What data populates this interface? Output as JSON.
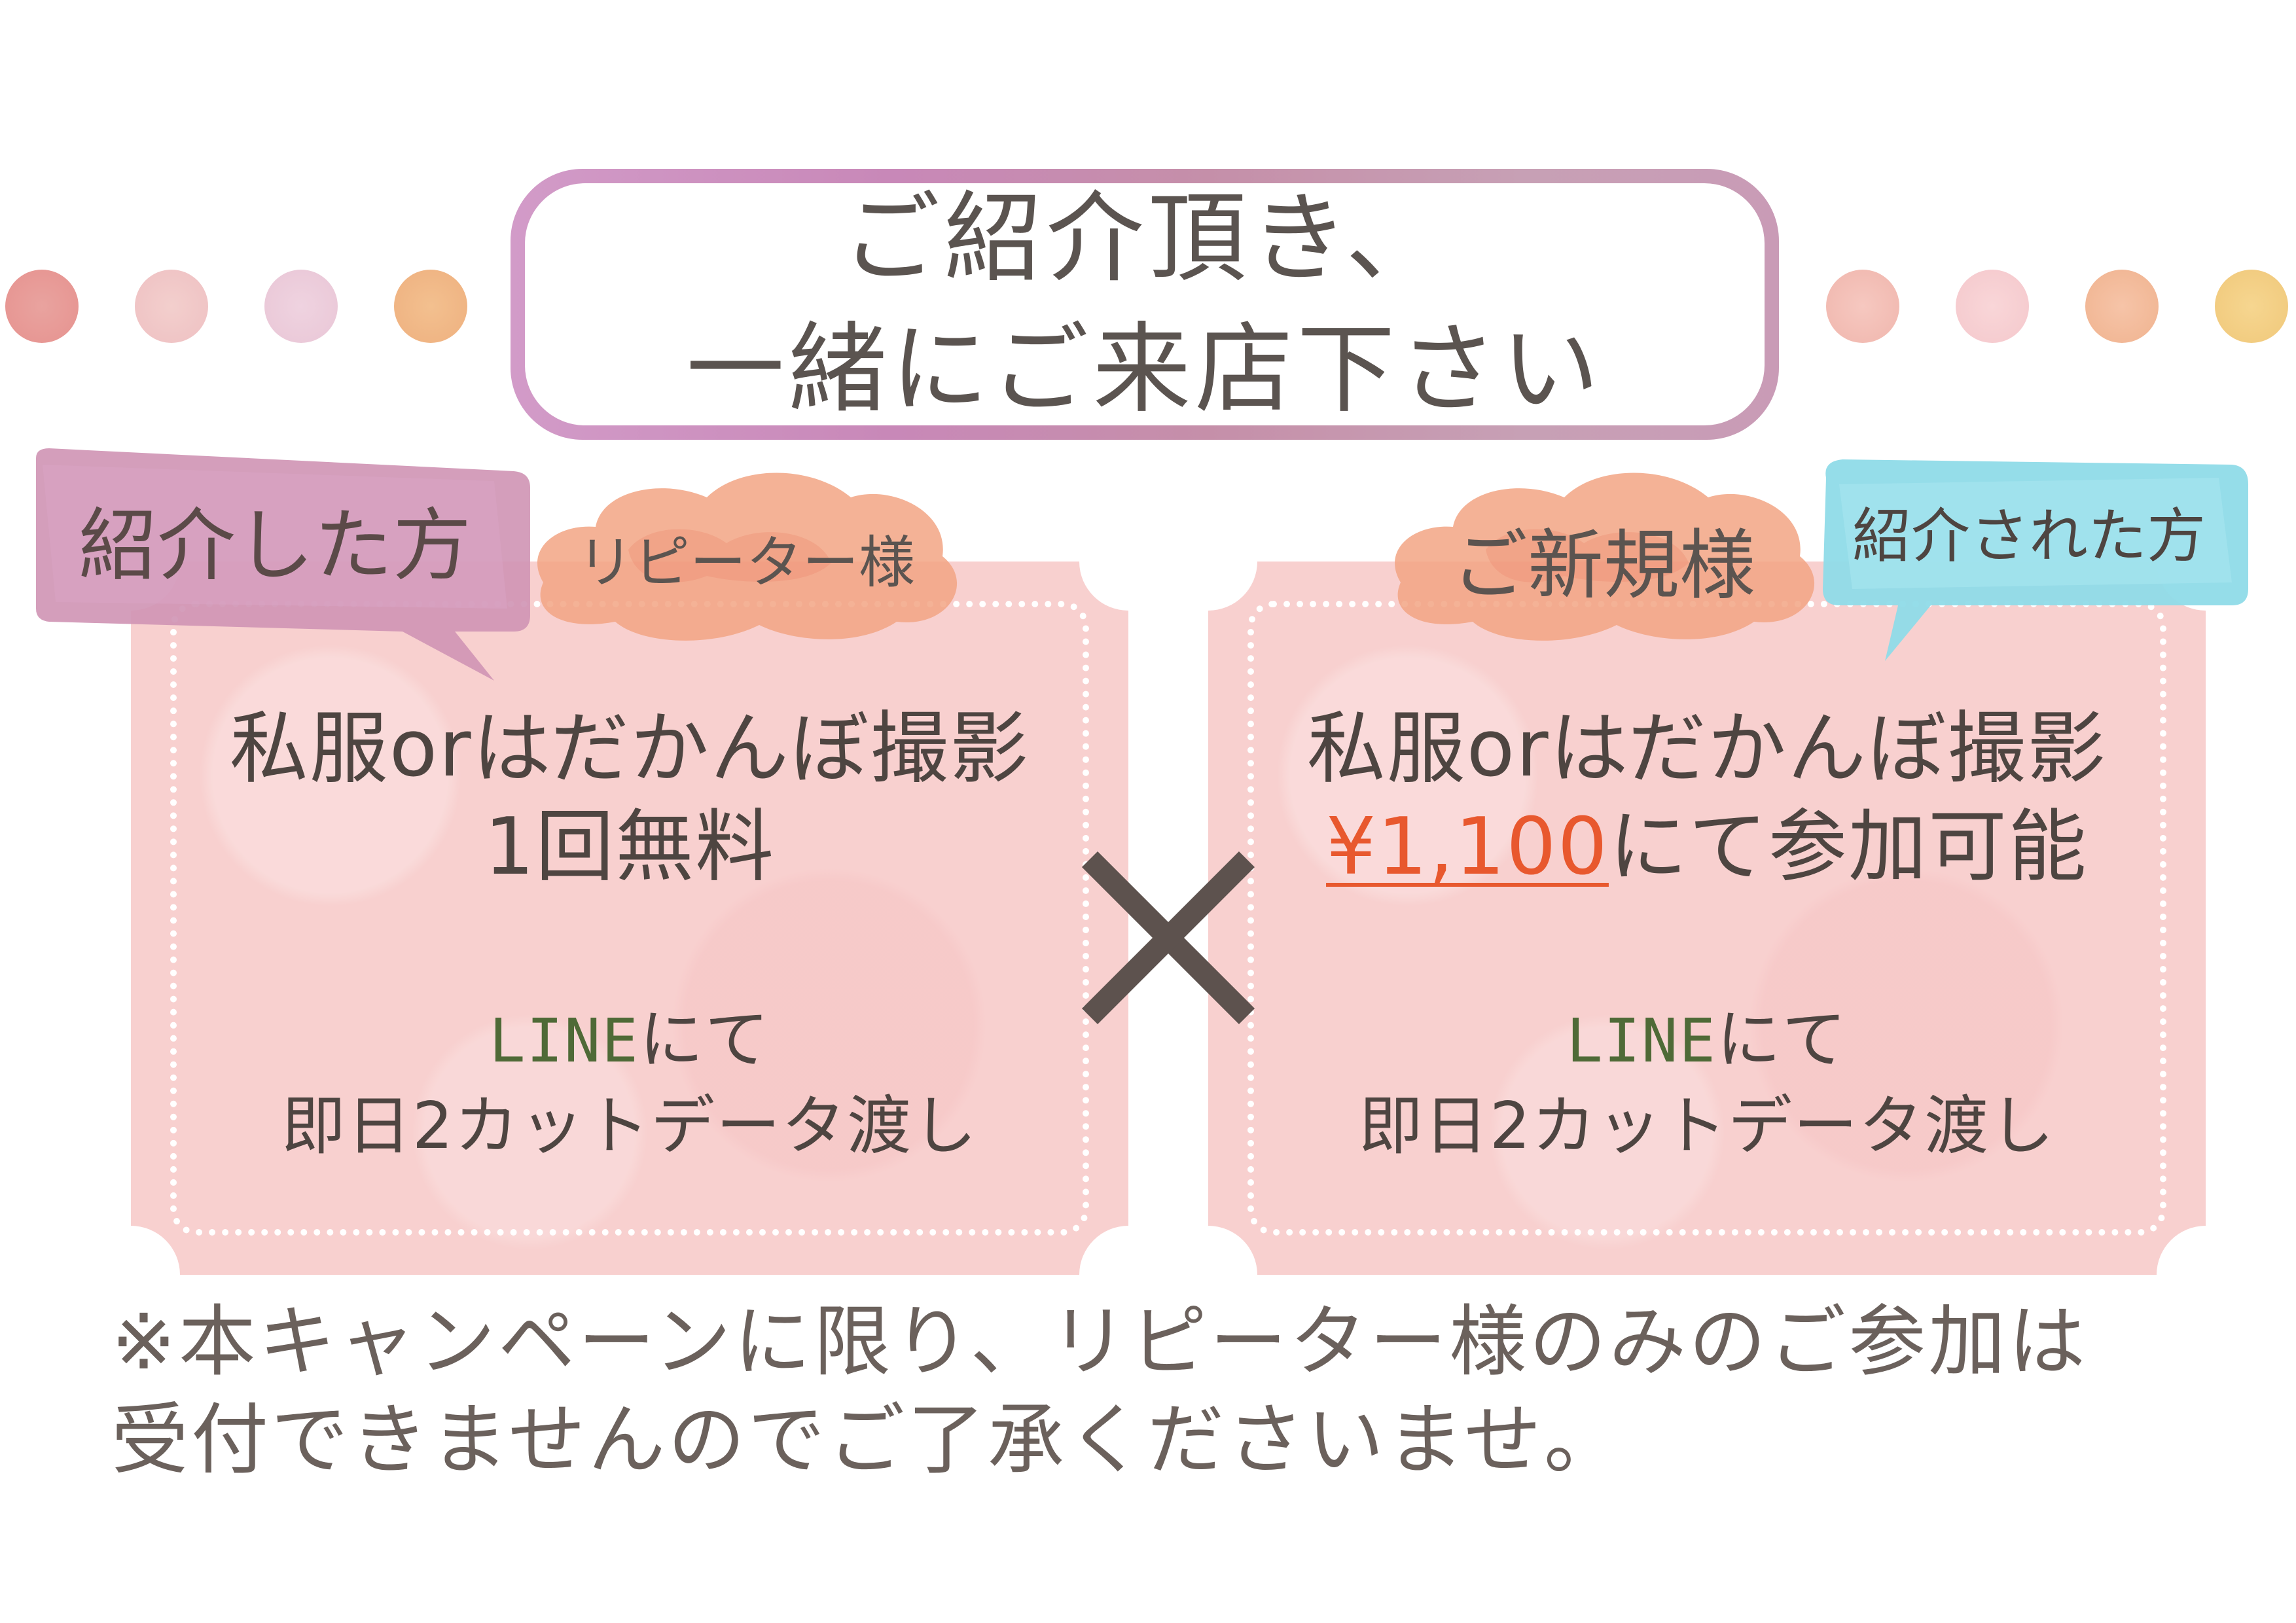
{
  "title": {
    "line1": "ご紹介頂き、",
    "line2": "一緒にご来店下さい"
  },
  "left_card": {
    "tag_main": "紹介した方",
    "tag_sub": "リピーター様",
    "line1": "私服orはだかんぼ撮影",
    "line2": "1回無料",
    "line_word": "LINE",
    "line3_rest": "にて",
    "line4": "即日2カットデータ渡し"
  },
  "right_card": {
    "tag_main": "紹介された方",
    "tag_sub": "ご新規様",
    "line1": "私服orはだかんぼ撮影",
    "price": "¥1,100",
    "line2_rest": "にて参加可能",
    "line_word": "LINE",
    "line3_rest": "にて",
    "line4": "即日2カットデータ渡し"
  },
  "cross_symbol": "×",
  "note": {
    "line1": "※本キャンペーンに限り、リピーター様のみのご参加は",
    "line2": "受付できませんのでご了承くださいませ。"
  },
  "colors": {
    "card_bg": "#f8d0cf",
    "price": "#e8582e",
    "line_word": "#4f6a37",
    "text": "#4e4541",
    "left_tag": "#d59ab8",
    "right_tag": "#8fdbe8",
    "orange_blob": "#f2a484"
  }
}
